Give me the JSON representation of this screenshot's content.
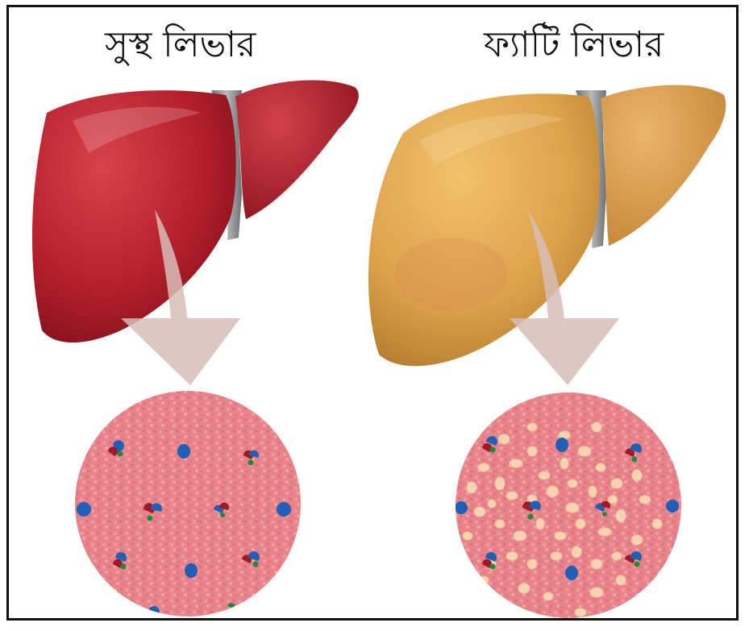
{
  "labels": {
    "healthy": "সুস্থ লিভার",
    "fatty": "ফ্যাটি লিভার"
  },
  "colors": {
    "healthy_liver": "#b8202c",
    "fatty_liver": "#d9a24a",
    "ligament": "#8d8f91",
    "tissue": "#e8838a",
    "arrow": "#d7bdb7",
    "fat_droplet": "#f7d3b2",
    "cell_blue": "#1f5fb8",
    "cell_red": "#9d1c2a",
    "cell_green": "#1c8b3b"
  },
  "icons": [
    "healthy-liver",
    "fatty-liver",
    "down-arrow",
    "tissue-cross-section"
  ]
}
